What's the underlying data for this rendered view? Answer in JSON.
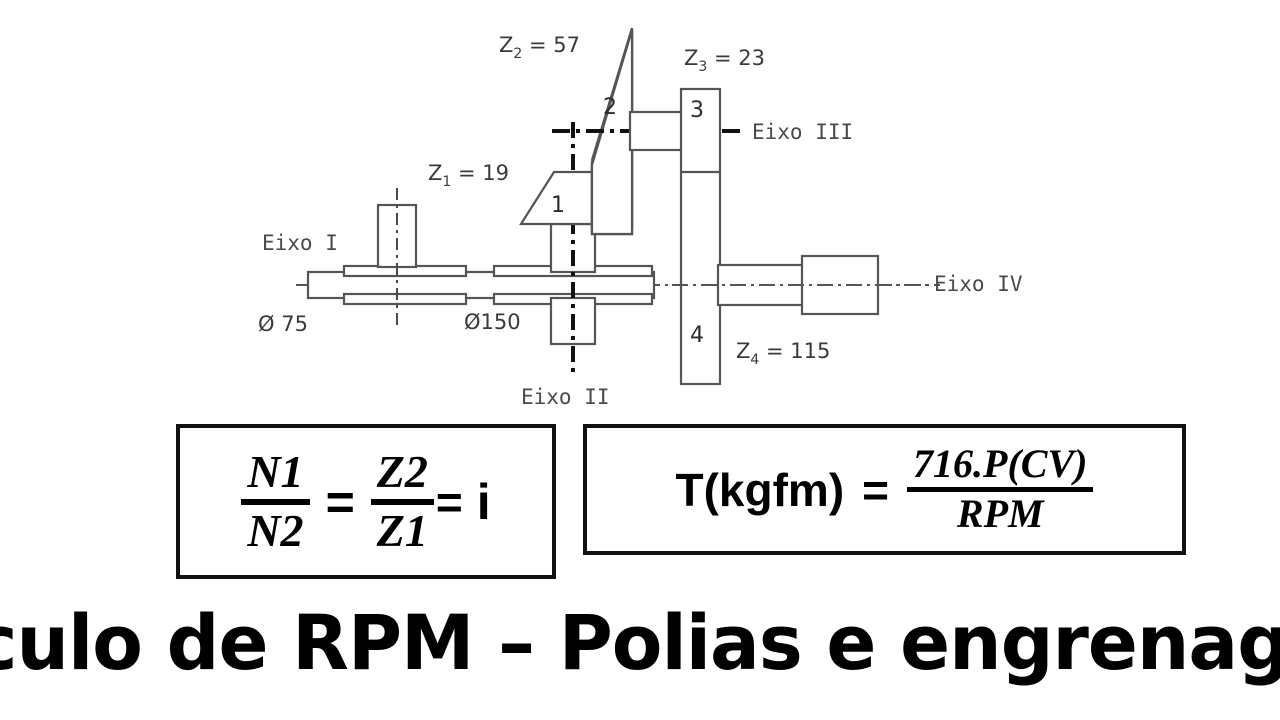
{
  "title": "Cálculo de RPM – Polias e engrenagens",
  "diagram": {
    "name": "gear-train-schematic",
    "gear_labels": [
      {
        "id": "z1",
        "text": "Z",
        "sub": "1",
        "rest": " = 19"
      },
      {
        "id": "z2",
        "text": "Z",
        "sub": "2",
        "rest": " = 57"
      },
      {
        "id": "z3",
        "text": "Z",
        "sub": "3",
        "rest": " = 23"
      },
      {
        "id": "z4",
        "text": "Z",
        "sub": "4",
        "rest": " = 115"
      }
    ],
    "gear_numbers": [
      "1",
      "2",
      "3",
      "4"
    ],
    "axis_labels": [
      {
        "id": "eixo-1",
        "text": "Eixo I"
      },
      {
        "id": "eixo-2",
        "text": "Eixo II"
      },
      {
        "id": "eixo-3",
        "text": "Eixo III"
      },
      {
        "id": "eixo-4",
        "text": "Eixo IV"
      }
    ],
    "pulley_labels": [
      {
        "id": "pulley-small",
        "text": "Ø 75"
      },
      {
        "id": "pulley-large",
        "text": "Ø150"
      }
    ],
    "line_color": "#555555",
    "text_color": "#3a3a3a"
  },
  "formulas": {
    "ratio": {
      "name": "gear-ratio-formula",
      "numerator_1": "N1",
      "denominator_1": "N2",
      "equals_1": "=",
      "numerator_2": "Z2",
      "denominator_2": "Z1",
      "equals_2": "=",
      "result": "i"
    },
    "torque": {
      "name": "torque-formula",
      "lhs": "T(kgfm)",
      "equals": "=",
      "numerator": "716.P(CV)",
      "denominator": "RPM"
    }
  },
  "colors": {
    "background": "#ffffff",
    "ink": "#000000",
    "diagram_line": "#555555",
    "box_border": "#111111"
  }
}
